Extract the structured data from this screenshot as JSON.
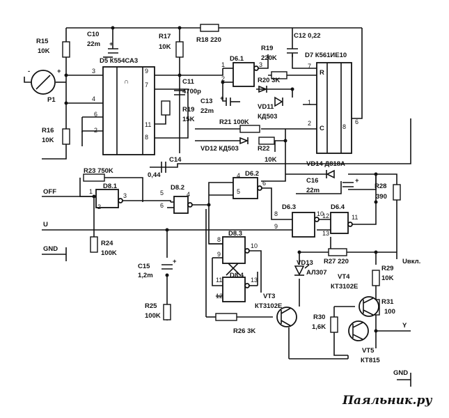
{
  "labels": {
    "r15": "R15",
    "r15v": "10K",
    "c10": "C10",
    "c10v": "22m",
    "d5": "D5 К554СА3",
    "r17": "R17",
    "r17v": "10K",
    "r18": "R18 220",
    "c12": "C12 0,22",
    "r19": "R19",
    "r19v": "220K",
    "d7": "D7 К561ИЕ10",
    "p1": "P1",
    "d61": "D6.1",
    "r20": "R20 3K",
    "c11": "C11",
    "c11v": "4700p",
    "c13": "C13",
    "c13v": "22m",
    "vd11": "VD11",
    "vd11v": "КД503",
    "r19b": "R19",
    "r19bv": "15K",
    "r21": "R21 100K",
    "r16": "R16",
    "r16v": "10K",
    "vd12": "VD12 КД503",
    "r22": "R22",
    "r22v": "10K",
    "c14": "C14",
    "c14v": "0,44",
    "r23": "R23 750K",
    "d81": "D8.1",
    "d82": "D8.2",
    "d62": "D6.2",
    "vd14": "VD14 Д818А",
    "c16": "C16",
    "c16v": "22m",
    "r28": "R28",
    "r28v": "390",
    "off": "OFF",
    "u": "U",
    "d63": "D6.3",
    "d64": "D6.4",
    "r24": "R24",
    "r24v": "100K",
    "gnd1": "GND",
    "d83": "D8.3",
    "d84": "D8.4",
    "uvkl": "Uвкл.",
    "r27": "R27 220",
    "vd13": "VD13",
    "vd13v": "АЛ307",
    "c15": "C15",
    "c15v": "1,2m",
    "r29": "R29",
    "r29v": "10K",
    "vt4": "VT4",
    "vt4v": "КТ3102Е",
    "vt3": "VT3",
    "vt3v": "КТ3102Е",
    "r31": "R31",
    "r31v": "100",
    "r25": "R25",
    "r25v": "100K",
    "r26": "R26 3K",
    "r30": "R30",
    "r30v": "1,6K",
    "y": "Y",
    "vt5": "VT5",
    "vt5v": "КТ815",
    "gnd2": "GND",
    "watermark": "Паяльник.ру",
    "marks": {
      "plus": "+",
      "minus": "-",
      "r": "R",
      "c": "C",
      "amp": "∩",
      "p1": "1",
      "p2": "2",
      "p3": "3",
      "p4": "4",
      "p5": "5",
      "p6": "6",
      "p7": "7",
      "p8": "8",
      "p9": "9",
      "p10": "10",
      "p11": "11",
      "p12": "12",
      "p13": "13"
    }
  }
}
